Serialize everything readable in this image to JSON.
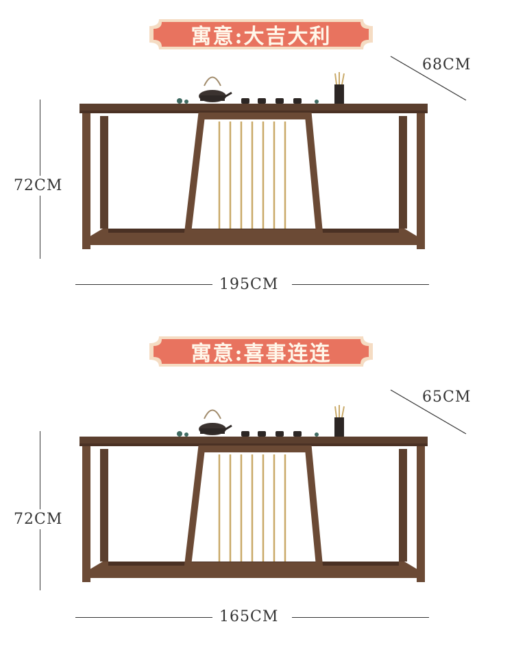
{
  "sections": [
    {
      "banner_text": "寓意:大吉大利",
      "depth": "68CM",
      "height": "72CM",
      "width": "195CM"
    },
    {
      "banner_text": "寓意:喜事连连",
      "depth": "65CM",
      "height": "72CM",
      "width": "165CM"
    }
  ],
  "colors": {
    "banner_fill": "#e8735f",
    "banner_border": "#f3c7a8",
    "wood": "#6b4a35",
    "wood_dark": "#4a3124",
    "brass": "#c9a968",
    "text": "#333333"
  }
}
